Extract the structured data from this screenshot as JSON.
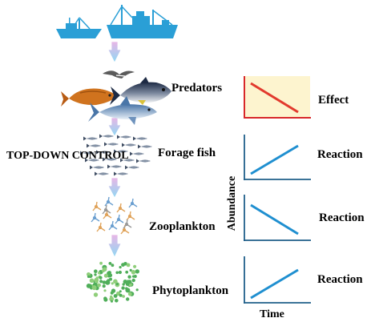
{
  "title": "TOP-DOWN CONTROL",
  "levels": [
    {
      "name": "Predators",
      "response": "Effect",
      "trend": "decreasing",
      "highlighted": true
    },
    {
      "name": "Forage fish",
      "response": "Reaction",
      "trend": "increasing",
      "highlighted": false
    },
    {
      "name": "Zooplankton",
      "response": "Reaction",
      "trend": "decreasing",
      "highlighted": false
    },
    {
      "name": "Phytoplankton",
      "response": "Reaction",
      "trend": "increasing",
      "highlighted": false
    }
  ],
  "axes": {
    "y_label": "Abundance",
    "x_label": "Time"
  },
  "colors": {
    "boat": "#2a9fd6",
    "arrow": "#aee3f5",
    "trend_line": "#1f8fd0",
    "effect_line": "#e23a2e",
    "effect_bg": "#fdf4cf",
    "effect_axis": "#d8282a",
    "axis": "#1f5f8a",
    "phyto": "#4fae59"
  },
  "icons": [
    "fishing-boat-icon",
    "down-arrow-icon",
    "predator-fish-icon",
    "forage-fish-icon",
    "zooplankton-icon",
    "phytoplankton-icon"
  ]
}
